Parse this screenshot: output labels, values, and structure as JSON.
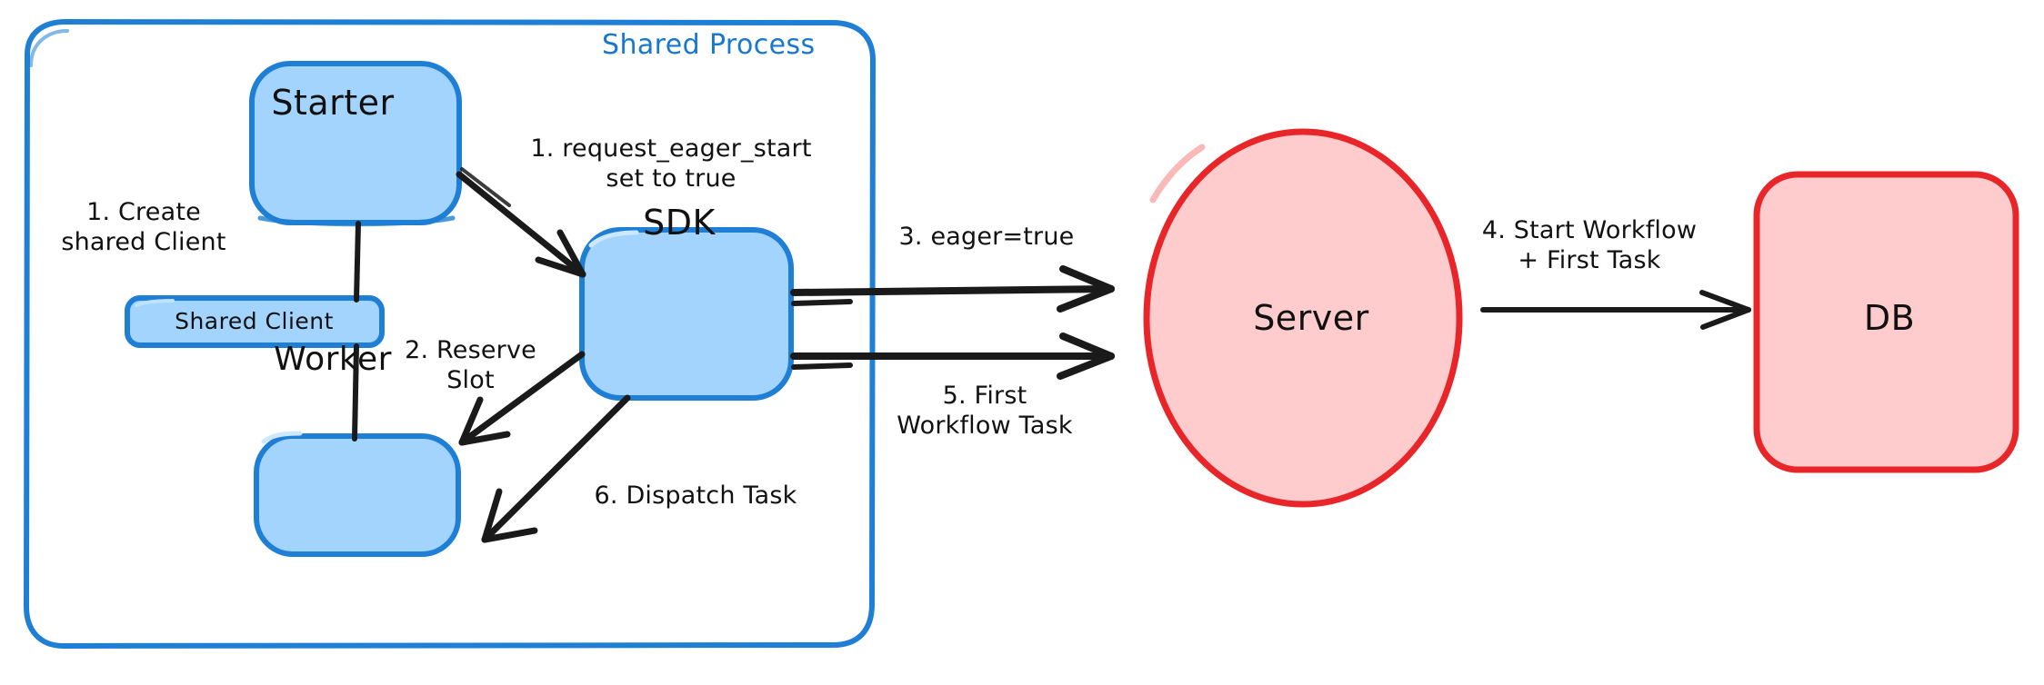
{
  "diagram": {
    "title": "Shared Process eager workflow start",
    "colors": {
      "node_blue_fill": "#A3D4FD",
      "node_blue_stroke": "#1E7FD4",
      "node_red_fill": "#FECCCC",
      "node_red_stroke": "#E8262A",
      "group_stroke": "#1E7FD4",
      "group_title": "#1877CF",
      "arrow": "#1A1A1A",
      "text": "#111111",
      "background": "#FFFFFF"
    },
    "group": {
      "name": "shared-process",
      "title": "Shared Process",
      "shape": "rounded-rectangle"
    },
    "nodes": [
      {
        "id": "starter",
        "label": "Starter",
        "shape": "rounded-rectangle",
        "fill": "#A3D4FD",
        "stroke": "#1E7FD4"
      },
      {
        "id": "shared-client",
        "label": "Shared Client",
        "shape": "rounded-rectangle",
        "fill": "#A3D4FD",
        "stroke": "#1E7FD4"
      },
      {
        "id": "worker",
        "label": "Worker",
        "shape": "rounded-rectangle",
        "fill": "#A3D4FD",
        "stroke": "#1E7FD4"
      },
      {
        "id": "sdk",
        "label": "SDK",
        "shape": "rounded-rectangle",
        "fill": "#A3D4FD",
        "stroke": "#1E7FD4"
      },
      {
        "id": "server",
        "label": "Server",
        "shape": "ellipse",
        "fill": "#FECCCC",
        "stroke": "#E8262A"
      },
      {
        "id": "db",
        "label": "DB",
        "shape": "rounded-rectangle",
        "fill": "#FECCCC",
        "stroke": "#E8262A"
      }
    ],
    "edges": [
      {
        "id": "create-shared-client",
        "from": "starter",
        "to": "worker",
        "label": "1. Create\nshared Client",
        "arrow": false
      },
      {
        "id": "request-eager-start",
        "from": "starter",
        "to": "sdk",
        "label": "1. request_eager_start\nset to true",
        "arrow": true
      },
      {
        "id": "reserve-slot",
        "from": "sdk",
        "to": "worker",
        "label": "2. Reserve\nSlot",
        "arrow": true
      },
      {
        "id": "eager-true",
        "from": "sdk",
        "to": "server",
        "label": "3. eager=true",
        "arrow": true
      },
      {
        "id": "start-workflow",
        "from": "server",
        "to": "db",
        "label": "4. Start Workflow\n+ First Task",
        "arrow": true
      },
      {
        "id": "first-workflow-task",
        "from": "server",
        "to": "sdk",
        "label": "5. First\nWorkflow Task",
        "arrow": true
      },
      {
        "id": "dispatch-task",
        "from": "sdk",
        "to": "worker",
        "label": "6. Dispatch Task",
        "arrow": true
      }
    ]
  }
}
